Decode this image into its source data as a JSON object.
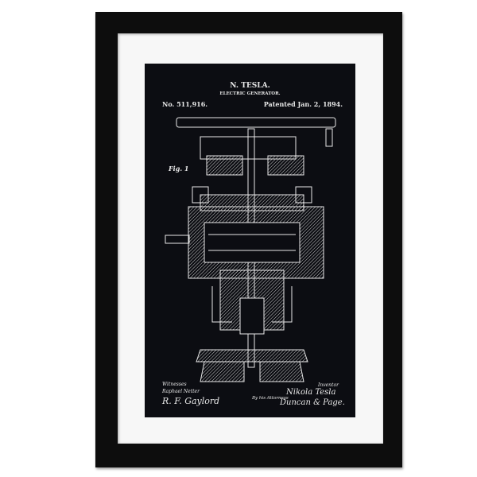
{
  "patent": {
    "inventor_name": "N. TESLA.",
    "title": "ELECTRIC GENERATOR.",
    "number": "No. 511,916.",
    "date": "Patented Jan. 2, 1894.",
    "figure_label": "Fig. 1",
    "witnesses_label": "Witnesses",
    "witness_1": "Raphael Netter",
    "witness_2": "R. F. Gaylord",
    "inventor_label": "Inventor",
    "inventor_signature": "Nikola Tesla",
    "attorneys_label": "By his Attorneys",
    "attorneys_signature": "Duncan & Page."
  },
  "colors": {
    "frame": "#0d0d0d",
    "mat": "#f7f7f7",
    "print": "#0c0d12",
    "ink": "#e8e8e8"
  }
}
